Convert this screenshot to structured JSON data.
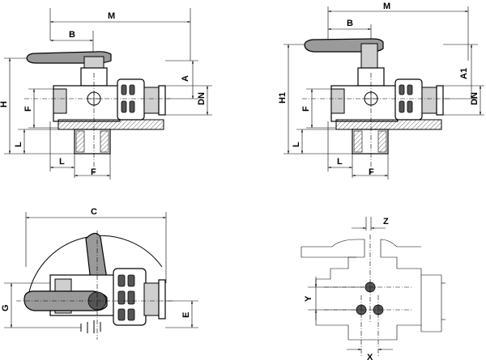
{
  "views": {
    "front_left": {
      "labels": {
        "M": "M",
        "B": "B",
        "A": "A",
        "DN": "DN",
        "H": "H",
        "F_vertical": "F",
        "L_vertical": "L",
        "L_horizontal": "L",
        "F_horizontal": "F"
      }
    },
    "front_right": {
      "labels": {
        "M": "M",
        "B": "B",
        "A1": "A1",
        "DN": "DN",
        "H1": "H1",
        "F_vertical": "F",
        "L_vertical": "L",
        "L_horizontal": "L",
        "F_horizontal": "F"
      }
    },
    "top_view": {
      "labels": {
        "C": "C",
        "G": "G",
        "E": "E"
      }
    },
    "mounting_view": {
      "labels": {
        "Z": "Z",
        "Y": "Y",
        "X": "X"
      }
    }
  }
}
